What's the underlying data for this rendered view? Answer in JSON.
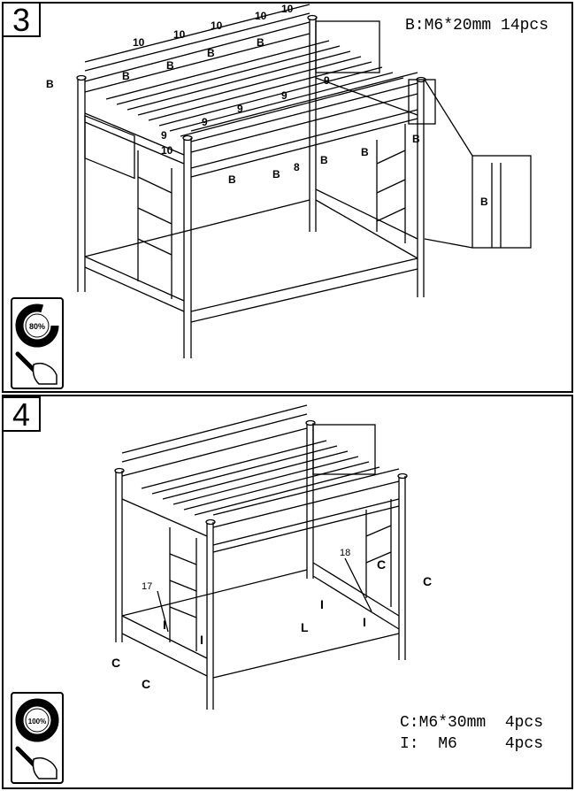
{
  "step3": {
    "number": "3",
    "spec": "B:M6*20mm 14pcs",
    "progress_text": "80%",
    "progress": 0.8,
    "callouts": {
      "b": "B",
      "nine": "9",
      "ten": "10",
      "eight": "8"
    }
  },
  "step4": {
    "number": "4",
    "spec_line1": "C:M6*30mm  4pcs",
    "spec_line2": "I:  M6     4pcs",
    "progress_text": "100%",
    "progress": 1.0,
    "callouts": {
      "c": "C",
      "i": "I",
      "l": "L",
      "seventeen": "17",
      "eighteen": "18"
    }
  },
  "icons": {
    "progress": "progress-ring-icon",
    "hand": "hand-screwdriver-icon"
  }
}
